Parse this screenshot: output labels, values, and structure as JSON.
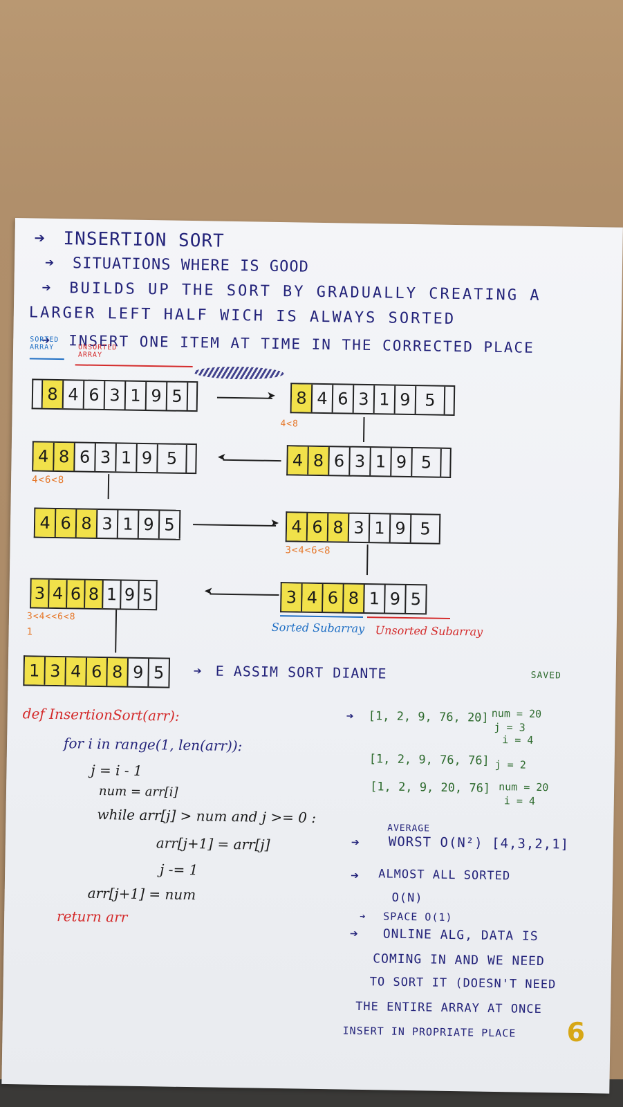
{
  "title": "INSERTION SORT",
  "bullets": [
    "SITUATIONS WHERE IS GOOD",
    "BUILDS UP THE SORT BY GRADUALLY CREATING A",
    "LARGER LEFT HALF WICH IS ALWAYS SORTED",
    "INSERT ONE ITEM AT TIME IN THE CORRECTED PLACE"
  ],
  "labels": {
    "sorted_array": "SORTED ARRAY",
    "unsorted_array": "UNSORTED ARRAY",
    "sorted_subarray": "Sorted Subarray",
    "unsorted_subarray": "Unsorted Subarray",
    "diagram_note": "E ASSIM SORT DIANTE"
  },
  "arrays": [
    {
      "id": "r1-left",
      "values": [
        "8",
        "4",
        "6",
        "3",
        "1",
        "9",
        "5"
      ],
      "highlight": 1
    },
    {
      "id": "r1-right",
      "values": [
        "8",
        "4",
        "6",
        "3",
        "1",
        "9",
        "5"
      ],
      "highlight": 1,
      "note": "4<8"
    },
    {
      "id": "r2-right",
      "values": [
        "4",
        "8",
        "6",
        "3",
        "1",
        "9",
        "5"
      ],
      "highlight": 2
    },
    {
      "id": "r2-left",
      "values": [
        "4",
        "8",
        "6",
        "3",
        "1",
        "9",
        "5"
      ],
      "highlight": 2,
      "note": "4<6<8"
    },
    {
      "id": "r3-left",
      "values": [
        "4",
        "6",
        "8",
        "3",
        "1",
        "9",
        "5"
      ],
      "highlight": 3
    },
    {
      "id": "r3-right",
      "values": [
        "4",
        "6",
        "8",
        "3",
        "1",
        "9",
        "5"
      ],
      "highlight": 3,
      "note": "3<4<6<8"
    },
    {
      "id": "r4-right",
      "values": [
        "3",
        "4",
        "6",
        "8",
        "1",
        "9",
        "5"
      ],
      "highlight": 4
    },
    {
      "id": "r4-left",
      "values": [
        "3",
        "4",
        "6",
        "8",
        "1",
        "9",
        "5"
      ],
      "highlight": 4,
      "note": "3<4<<6<8"
    },
    {
      "id": "r5-left",
      "values": [
        "1",
        "3",
        "4",
        "6",
        "8",
        "9",
        "5"
      ],
      "highlight": 5
    }
  ],
  "code": {
    "line1": "def InsertionSort(arr):",
    "line2": "for i in range(1, len(arr)):",
    "line3": "j = i - 1",
    "line4": "num = arr[i]",
    "line5": "while arr[j] > num and j >= 0 :",
    "line6": "arr[j+1] = arr[j]",
    "line7": "j -= 1",
    "line8": "arr[j+1] = num",
    "line9": "return arr"
  },
  "trace": {
    "saved": "SAVED",
    "row1": "[1, 2, 9, 76, 20]",
    "row1_vars": [
      "num = 20",
      "j = 3",
      "i = 4"
    ],
    "row2": "[1, 2, 9, 76, 76]",
    "row2_vars": [
      "j = 2"
    ],
    "row3": "[1, 2, 9, 20, 76]",
    "row3_vars": [
      "num = 20",
      "i = 4"
    ]
  },
  "complexity": {
    "average": "AVERAGE",
    "worst": "WORST O(N²) [4,3,2,1]",
    "almost": "ALMOST ALL SORTED",
    "on": "O(N)",
    "space": "SPACE O(1)"
  },
  "online": [
    "ONLINE ALG, DATA IS",
    "COMING IN AND WE NEED",
    "TO SORT IT (DOESN'T NEED",
    "THE ENTIRE ARRAY AT ONCE",
    "INSERT IN PROPRIATE PLACE"
  ],
  "page_number": "6",
  "colors": {
    "highlight": "#f1e14a",
    "ink_navy": "#23237a",
    "ink_red": "#d42b2b",
    "ink_orange": "#e6782a",
    "ink_blue": "#1f6fc4",
    "ink_green": "#2e6b2e"
  }
}
